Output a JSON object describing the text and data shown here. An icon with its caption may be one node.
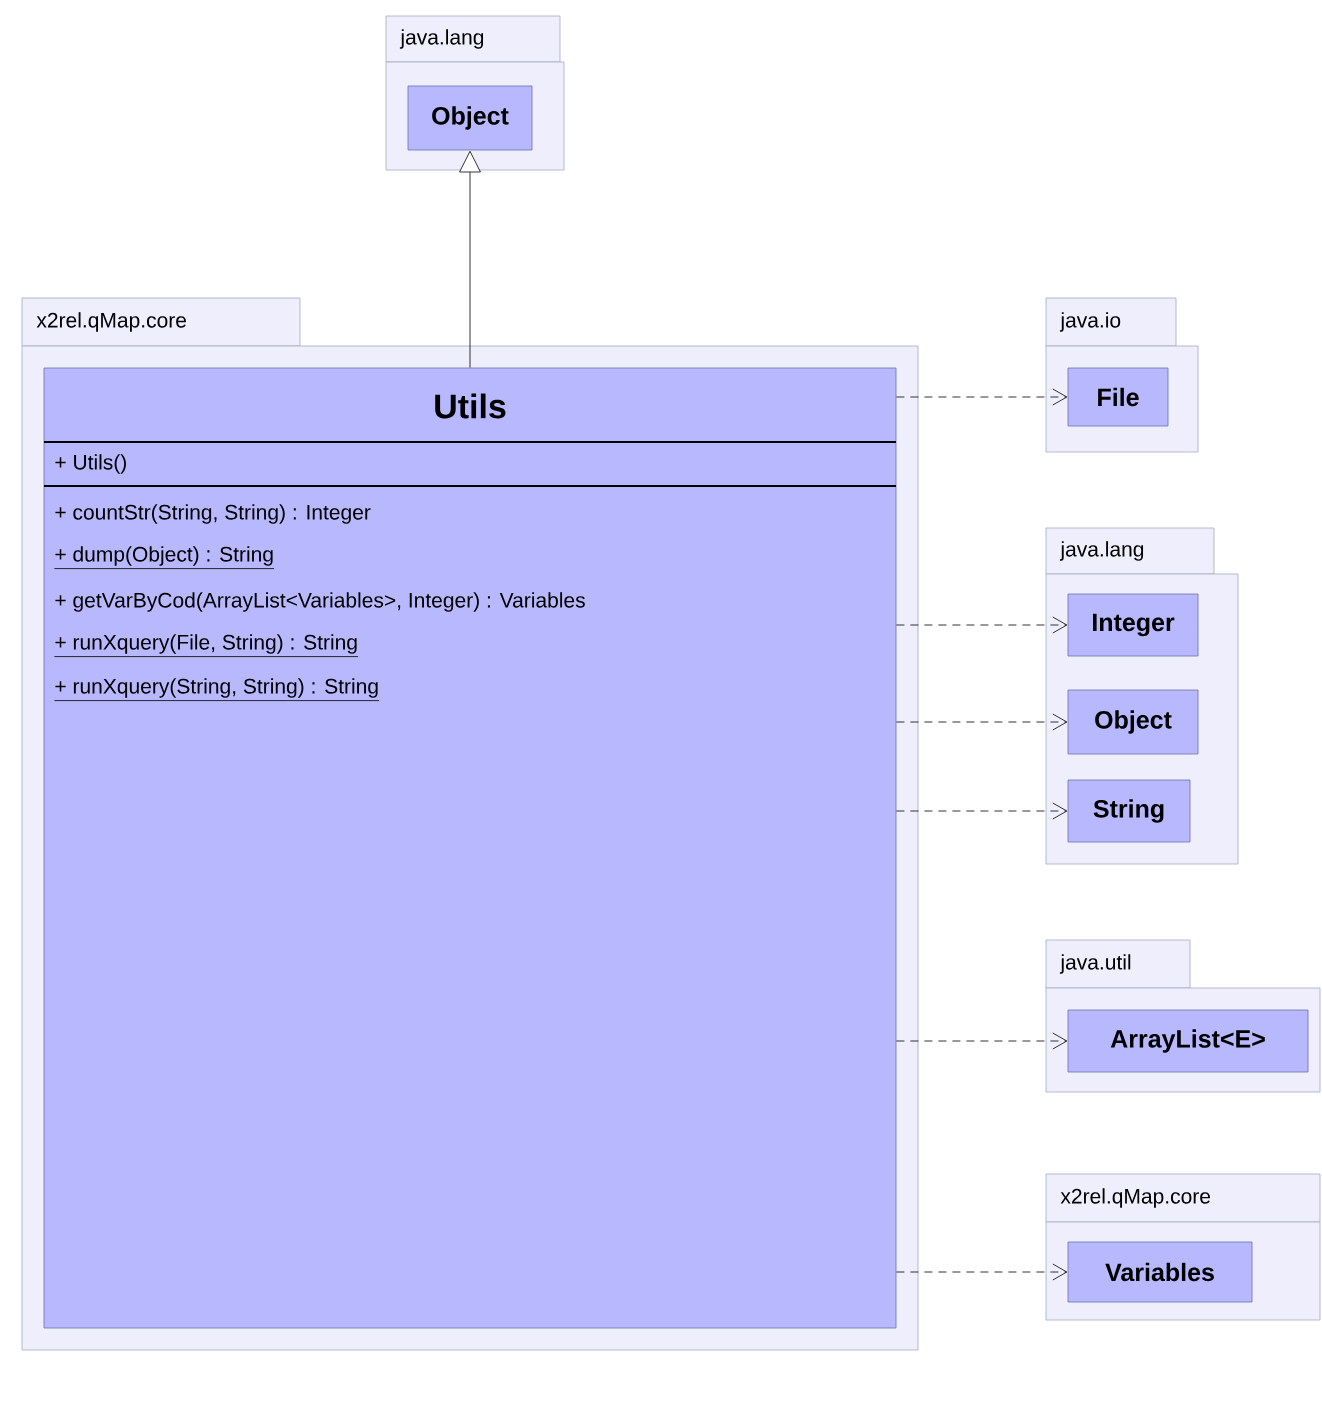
{
  "diagram": {
    "nodes": [
      {
        "text": [
          "java.lang"
        ]
      },
      {
        "text": [
          "Object"
        ],
        "in": 0
      },
      {
        "text": [
          "x2rel.qMap.core"
        ]
      },
      {
        "text": [
          "Utils",
          "+ Utils()",
          "+ countStr(String, String) : Integer",
          "+ dump(Object) : String",
          "+ getVarByCod(ArrayList<Variables>, Integer) : Variables",
          "+ runXquery(File, String) : String",
          "+ runXquery(String, String) : String"
        ],
        "in": 2
      },
      {
        "text": [
          "java.io"
        ]
      },
      {
        "text": [
          "File"
        ],
        "in": 4
      },
      {
        "text": [
          "java.lang"
        ]
      },
      {
        "text": [
          "Integer"
        ],
        "in": 6
      },
      {
        "text": [
          "Object"
        ],
        "in": 6
      },
      {
        "text": [
          "String"
        ],
        "in": 6
      },
      {
        "text": [
          "java.util"
        ]
      },
      {
        "text": [
          "ArrayList<E>"
        ],
        "in": 10
      },
      {
        "text": [
          "x2rel.qMap.core"
        ]
      },
      {
        "text": [
          "Variables"
        ],
        "in": 12
      }
    ],
    "edges": [
      {
        "from": 3,
        "to": 1,
        "arrow": "to"
      },
      {
        "from": 3,
        "to": 5,
        "arrow": "to",
        "style": "dashed"
      },
      {
        "from": 3,
        "to": 7,
        "arrow": "to",
        "style": "dashed"
      },
      {
        "from": 3,
        "to": 8,
        "arrow": "to",
        "style": "dashed"
      },
      {
        "from": 3,
        "to": 9,
        "arrow": "to",
        "style": "dashed"
      },
      {
        "from": 3,
        "to": 11,
        "arrow": "to",
        "style": "dashed"
      },
      {
        "from": 3,
        "to": 13,
        "arrow": "to",
        "style": "dashed"
      }
    ]
  }
}
